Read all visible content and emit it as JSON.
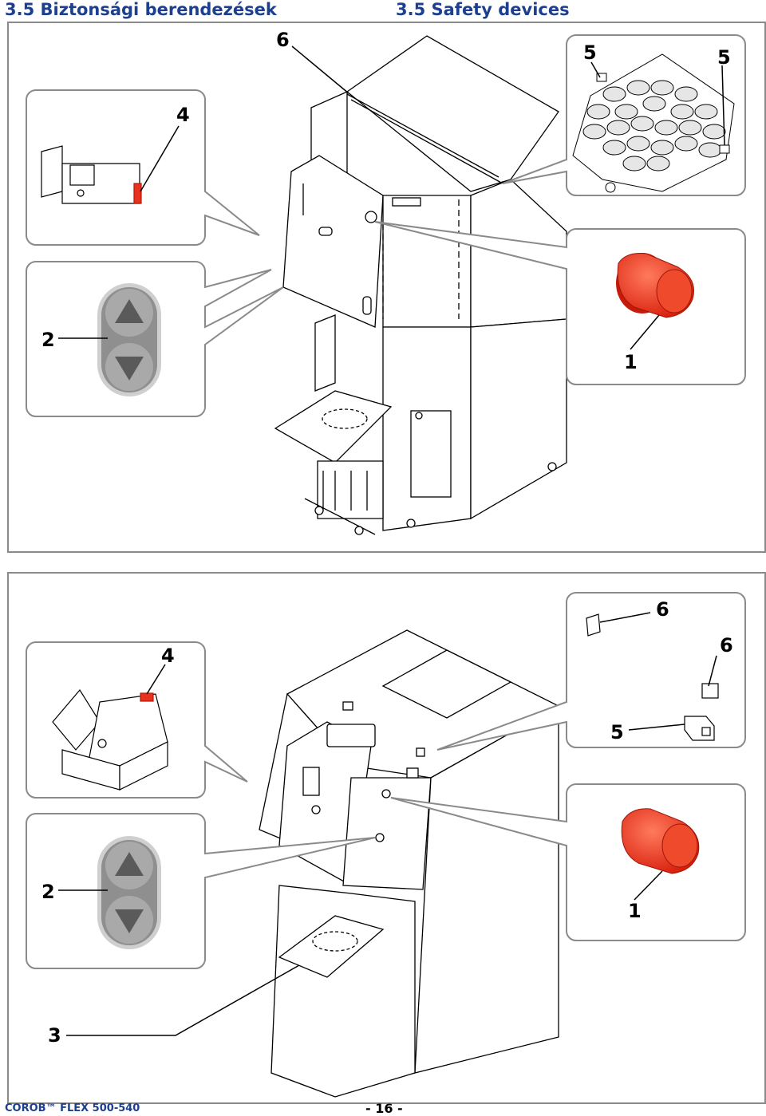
{
  "header": {
    "title_hu": "3.5  Biztonsági berendezések",
    "title_en": "3.5  Safety devices"
  },
  "figure_top": {
    "callouts": [
      "6",
      "5",
      "5",
      "4",
      "2",
      "1"
    ]
  },
  "figure_bottom": {
    "callouts": [
      "6",
      "6",
      "4",
      "5",
      "2",
      "1",
      "3"
    ]
  },
  "colors": {
    "title": "#1d3f8f",
    "emergency_button": "#e8321e",
    "panel_border": "#8a8a8a",
    "control_buttons": "#8f8f8f"
  },
  "footer": {
    "model": "COROB™ FLEX 500-540",
    "page": "- 16 -"
  }
}
